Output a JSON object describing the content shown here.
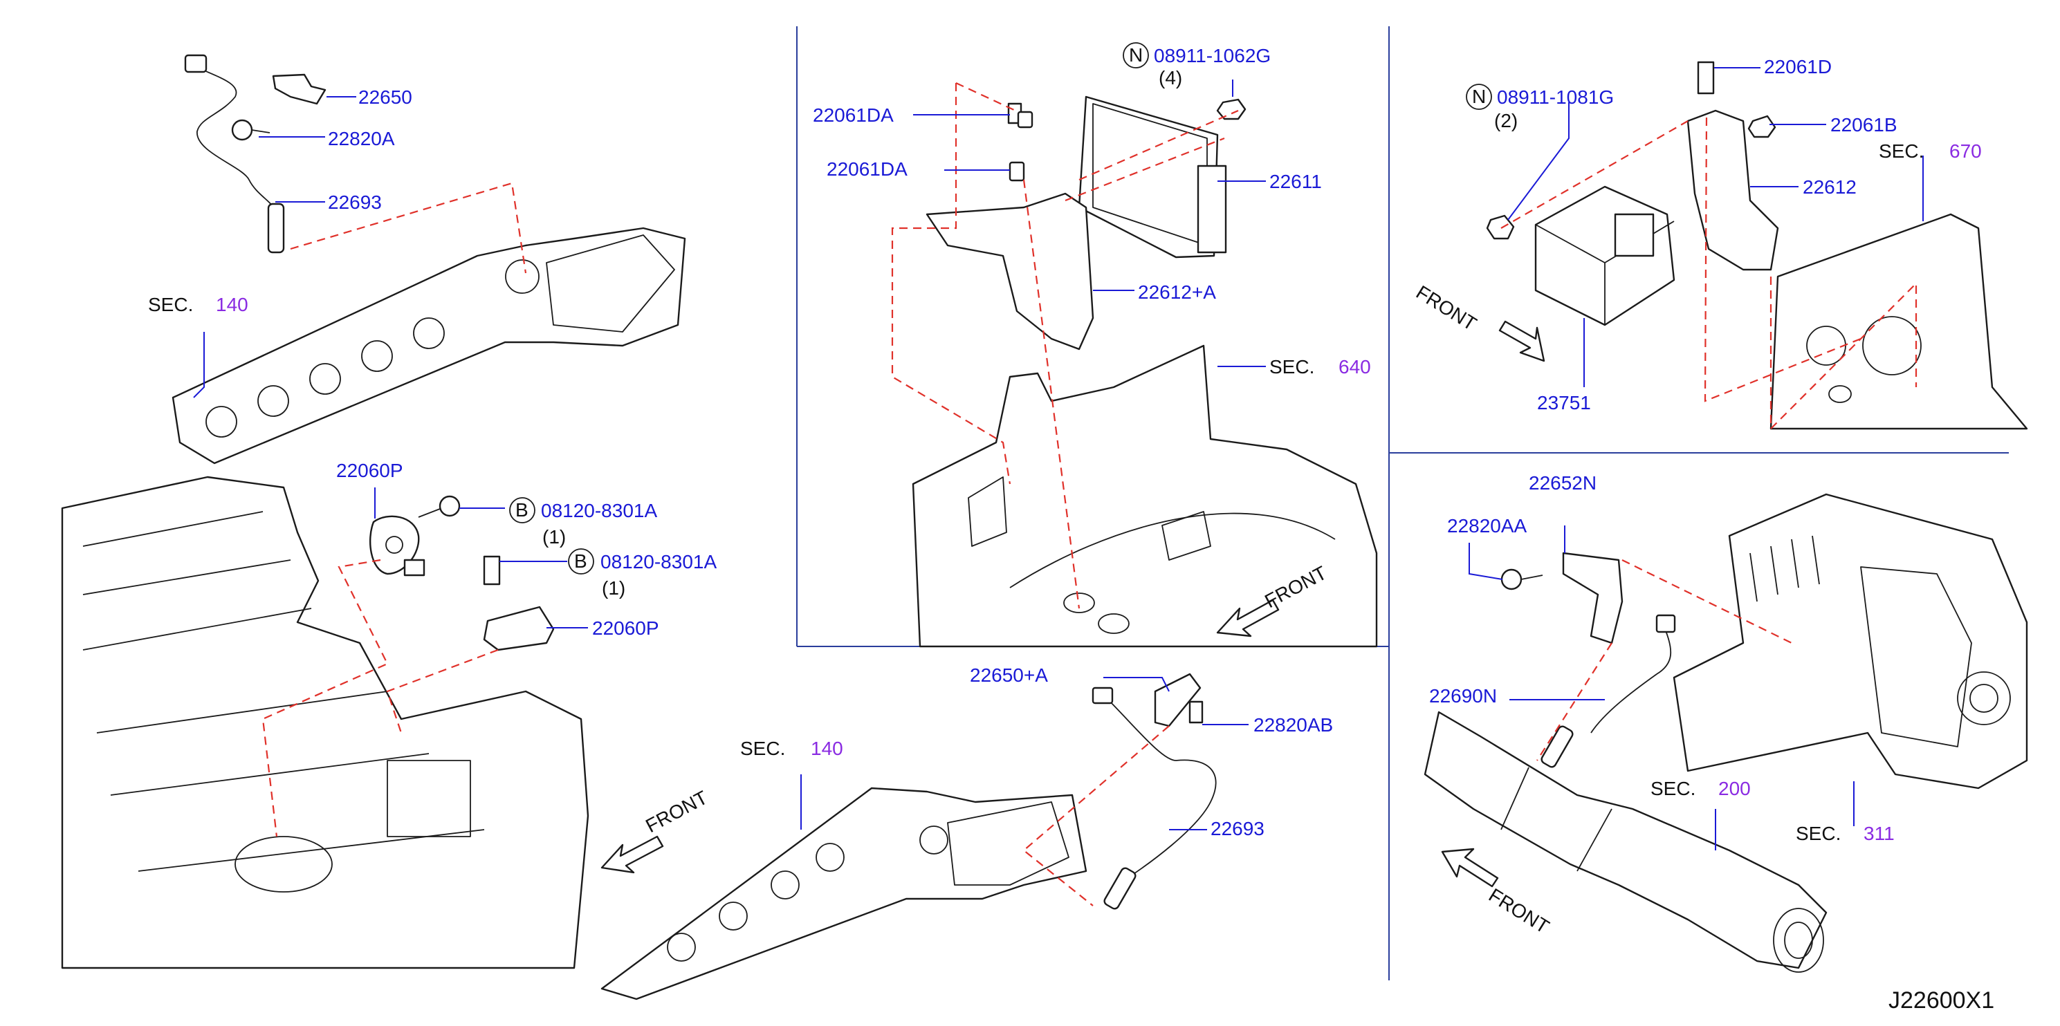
{
  "diagram_code": "J22600X1",
  "front_label": "FRONT",
  "sec_label": "SEC.",
  "upper_left": {
    "p22650": "22650",
    "p22820A": "22820A",
    "p22693": "22693",
    "sec_num": "140"
  },
  "mid_left": {
    "p22060P_a": "22060P",
    "p22060P_b": "22060P",
    "bolt_a": "08120-8301A",
    "bolt_a_qty": "(1)",
    "bolt_b": "08120-8301A",
    "bolt_b_qty": "(1)",
    "bolt_marker": "B"
  },
  "center_top": {
    "nut": "08911-1062G",
    "nut_qty": "(4)",
    "nut_marker": "N",
    "p22061DA_a": "22061DA",
    "p22061DA_b": "22061DA",
    "p22611": "22611",
    "p22612A": "22612+A",
    "sec_num": "640"
  },
  "center_bottom": {
    "p22650A": "22650+A",
    "p22820AB": "22820AB",
    "p22693": "22693",
    "sec_num": "140"
  },
  "right_top": {
    "nut": "08911-1081G",
    "nut_qty": "(2)",
    "nut_marker": "N",
    "p22061D": "22061D",
    "p22061B": "22061B",
    "p22612": "22612",
    "p23751": "23751",
    "sec_num": "670"
  },
  "right_bottom": {
    "p22652N": "22652N",
    "p22820AA": "22820AA",
    "p22690N": "22690N",
    "sec200": "200",
    "sec311": "311"
  },
  "colors": {
    "label": "#1a1ad6",
    "section": "#8a2be2",
    "leader": "#1a1ad6",
    "dash": "#e0312a",
    "line": "#1b1b1b"
  }
}
